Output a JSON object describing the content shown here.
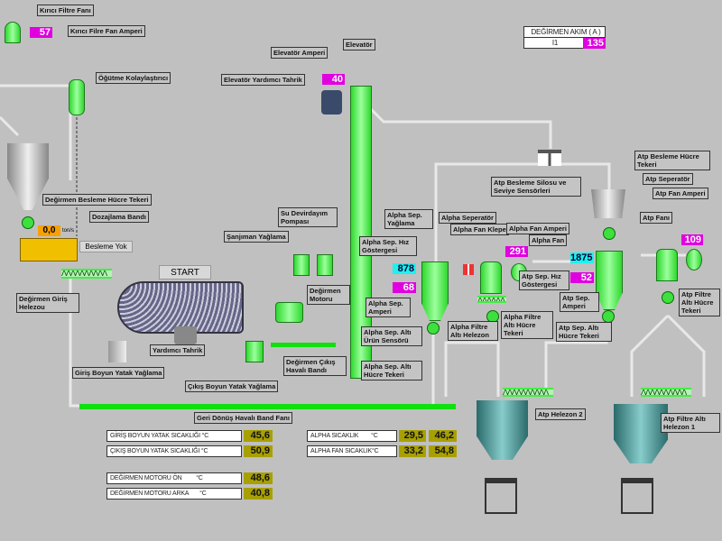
{
  "labels": {
    "kirici_filtre_fani": "Kırıcı Filtre Fanı",
    "kirici_filre_fan_amperi": "Kırıcı Filre Fan Amperi",
    "ogutme": "Öğütme Kolaylaştırıcı",
    "besleme_hucre": "Değirmen Besleme Hücre Tekeri",
    "dozajlama": "Dozajlama Bandı",
    "elevator": "Elevatör",
    "elevator_amperi": "Elevatör Amperi",
    "elevator_tahrik": "Elevatör Yardımcı Tahrik",
    "su_pompa": "Su Devirdayım Pompası",
    "sanjiman": "Şanjıman Yağlama",
    "giris_helezon": "Değirmen Giriş Helezou",
    "degirmen_motoru": "Değirmen Motoru",
    "yardimci_tahrik": "Yardımcı Tahrik",
    "giris_yaglama": "Giriş Boyun Yatak Yağlama",
    "cikis_yaglama": "Çıkış Boyun Yatak Yağlama",
    "cikis_bandi": "Değirmen Çıkış Havalı Bandı",
    "geri_donus": "Geri Dönüş Havalı Band Fanı",
    "alpha_sep_yaglama": "Alpha Sep. Yağlama",
    "alpha_seperator": "Alpha Seperatör",
    "alpha_fan_klepe": "Alpha Fan Klepe",
    "alpha_fan_amperi": "Alpha Fan Amperi",
    "alpha_fan": "Alpha Fan",
    "alpha_hiz": "Alpha Sep. Hız Göstergesi",
    "alpha_amperi": "Alpha Sep. Amperi",
    "alpha_urun_sensor": "Alpha Sep. Altı Ürün Sensörü",
    "alpha_hucre": "Alpha Sep. Altı Hücre Tekeri",
    "alpha_filtre_helezon": "Alpha Filtre Altı Helezon",
    "alpha_filtre_hucre": "Alpha Filtre Altı Hücre Tekeri",
    "atp_silo": "Atp Besleme Silosu ve Seviye Sensörleri",
    "atp_besleme_hucre": "Atp Besleme Hücre Tekeri",
    "atp_seperator": "Atp Seperatör",
    "atp_fan_amperi": "Atp Fan Amperi",
    "atp_fani": "Atp Fanı",
    "atp_hiz": "Atp Sep. Hız Göstergesi",
    "atp_amperi": "Atp Sep. Amperi",
    "atp_sep_hucre": "Atp Sep. Altı Hücre Tekeri",
    "atp_filtre_hucre": "Atp Filtre Altı Hücre Tekeri",
    "atp_helezon2": "Atp Helezon  2",
    "atp_helezon1": "Atp Filtre Altı Helezon  1"
  },
  "values": {
    "kirici_fan_amper": "57",
    "dozaj": "0,0",
    "dozaj_unit": "ton/s",
    "elevator_amper": "40",
    "alpha_hiz": "878",
    "alpha_amper": "68",
    "alpha_fan_amper": "291",
    "atp_hiz": "1875",
    "atp_amper": "52",
    "atp_fan_amper": "109"
  },
  "buttons": {
    "besleme": "Besleme Yok",
    "start": "START"
  },
  "akim": {
    "title": "DEĞİRMEN AKIM ( A )",
    "row": "I1",
    "value": "135"
  },
  "temps": [
    {
      "label": "GİRİŞ BOYUN YATAK SICAKLIĞI °C",
      "v1": "45,6"
    },
    {
      "label": "ÇIKIŞ BOYUN YATAK SICAKLIĞI °C",
      "v1": "50,9"
    },
    {
      "label": "DEĞİRMEN MOTORU ÖN         °C",
      "v1": "48,6"
    },
    {
      "label": "DEĞİRMEN MOTORU ARKA       °C",
      "v1": "40,8"
    },
    {
      "label": "ALPHA SICAKLIK        °C",
      "v1": "29,5",
      "v2": "46,2"
    },
    {
      "label": "ALPHA FAN SICAKLIK°C",
      "v1": "33,2",
      "v2": "54,8"
    }
  ],
  "colors": {
    "running": "#2fd82f",
    "amper": "#e000e0",
    "speed": "#20f0f0",
    "temp": "#a8a000",
    "background": "#c0c0c0"
  }
}
